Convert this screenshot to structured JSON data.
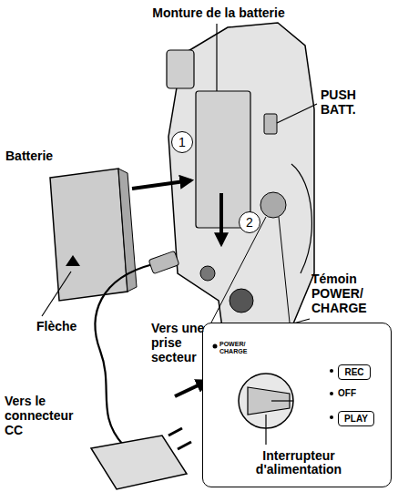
{
  "diagram": {
    "nodes": [
      {
        "text": [
          "1"
        ]
      },
      {
        "text": [
          "2"
        ]
      },
      {
        "text": [
          "POWER/ CHARGE",
          "OFF",
          "Interrupteur d'alimentation"
        ]
      },
      {
        "text": [
          "REC"
        ],
        "in": 2
      },
      {
        "text": [
          "PLAY"
        ],
        "in": 2
      }
    ],
    "labels": [
      "Monture de la batterie",
      "PUSH BATT.",
      "Batterie",
      "Flèche",
      "Témoin POWER/ CHARGE",
      "Vers une prise secteur",
      "Vers le connecteur CC"
    ]
  }
}
